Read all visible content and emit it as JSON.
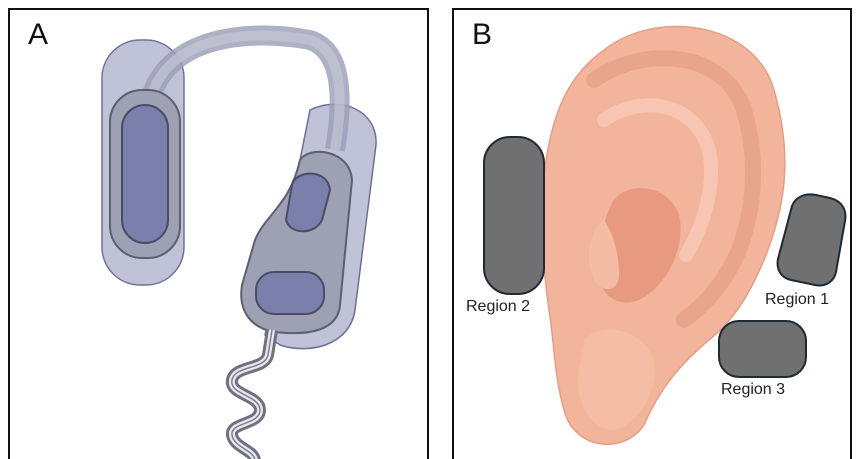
{
  "panels": [
    {
      "id": "A",
      "label": "A"
    },
    {
      "id": "B",
      "label": "B"
    }
  ],
  "regions": [
    {
      "id": "region-1",
      "label": "Region 1"
    },
    {
      "id": "region-2",
      "label": "Region 2"
    },
    {
      "id": "region-3",
      "label": "Region 3"
    }
  ],
  "colors": {
    "device_overlay": "#8c8fb8",
    "device_pad": "#7a7fac",
    "electrode_fill": "#707070",
    "electrode_stroke": "#1f2a33",
    "ear_skin": "#f2b49a"
  }
}
